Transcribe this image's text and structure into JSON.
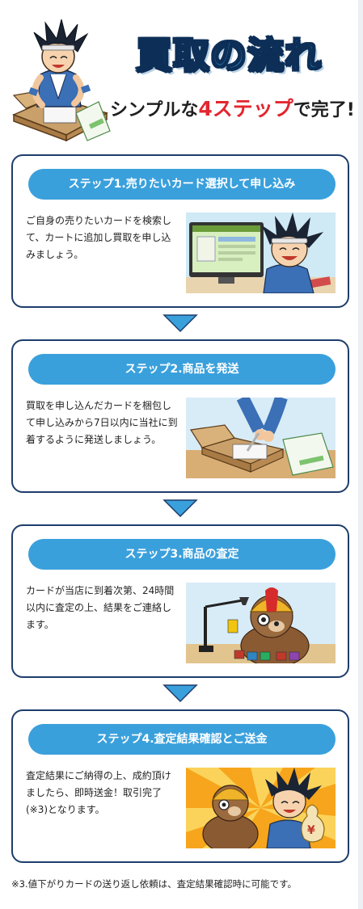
{
  "header": {
    "title": "買取の流れ",
    "subtitle_before": "シンプルな",
    "subtitle_accent": "4ステップ",
    "subtitle_after": "で完了!",
    "accent_color": "#e3262f",
    "title_color": "#2d97dc"
  },
  "steps": [
    {
      "label": "ステップ1.売りたいカード選択して申し込み",
      "description": "ご自身の売りたいカードを検索して、カートに追加し買取を申し込みましょう。",
      "illustration": "boy-at-computer-illustration"
    },
    {
      "label": "ステップ2.商品を発送",
      "description": "買取を申し込んだカードを梱包して申し込みから7日以内に当社に到着するように発送しましょう。",
      "illustration": "packing-box-illustration"
    },
    {
      "label": "ステップ3.商品の査定",
      "description": "カードが当店に到着次第、24時間以内に査定の上、結果をご連絡します。",
      "illustration": "bear-inspecting-cards-illustration"
    },
    {
      "label": "ステップ4.査定結果確認とご送金",
      "description": "査定結果にご納得の上、成約頂けましたら、即時送金！取引完了(※3)となります。",
      "illustration": "money-bag-celebration-illustration"
    }
  ],
  "footnote": "※3.値下がりカードの送り返し依頼は、査定結果確認時に可能です。",
  "colors": {
    "pill": "#3aa0dc",
    "card_border": "#1e3d6b",
    "arrow": "#3aa0dc"
  }
}
